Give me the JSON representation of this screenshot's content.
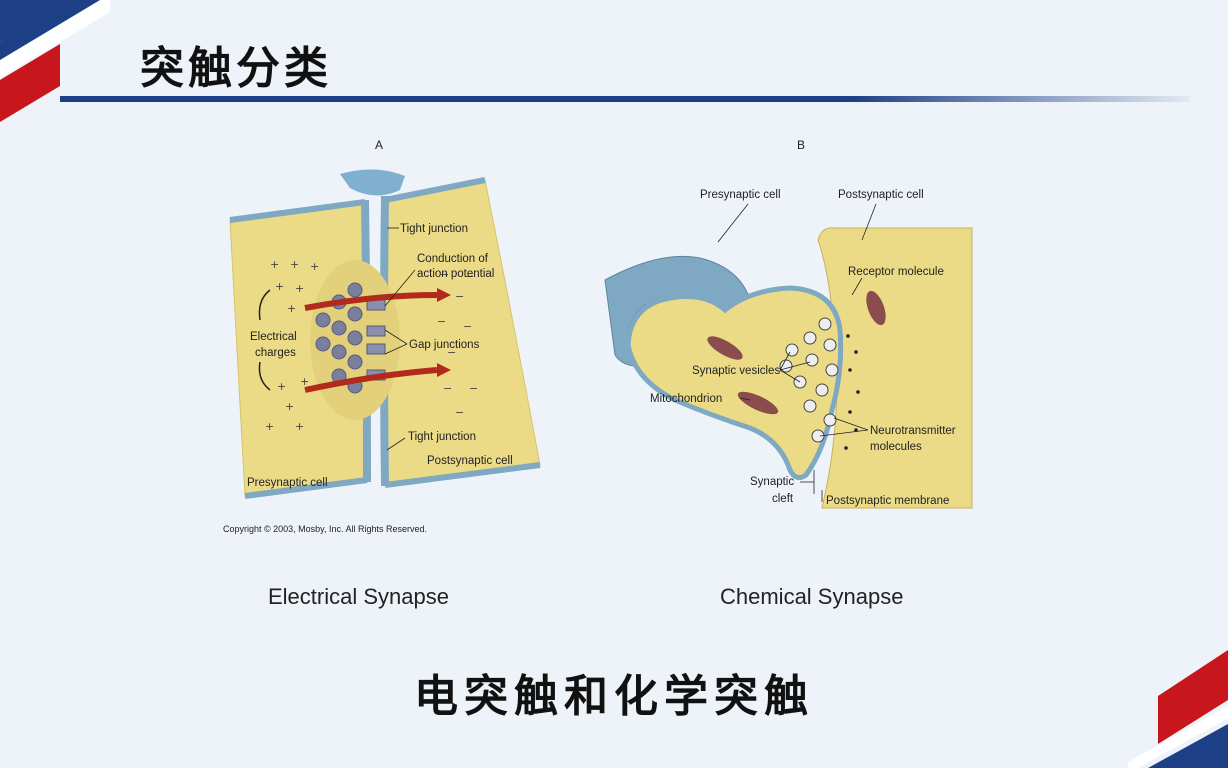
{
  "slide": {
    "title": "突触分类",
    "subtitle": "电突触和化学突触"
  },
  "figure_a": {
    "panel_label": "A",
    "labels": {
      "tight_junction_top": "Tight junction",
      "conduction_1": "Conduction of",
      "conduction_2": "action potential",
      "electrical_1": "Electrical",
      "electrical_2": "charges",
      "gap_junctions": "Gap junctions",
      "tight_junction_bottom": "Tight junction",
      "postsynaptic_cell": "Postsynaptic cell",
      "presynaptic_cell": "Presynaptic cell"
    },
    "copyright": "Copyright © 2003, Mosby, Inc. All Rights Reserved.",
    "caption": "Electrical Synapse"
  },
  "figure_b": {
    "panel_label": "B",
    "labels": {
      "presynaptic_cell": "Presynaptic cell",
      "postsynaptic_cell": "Postsynaptic cell",
      "receptor_molecule": "Receptor molecule",
      "synaptic_vesicles": "Synaptic vesicles",
      "mitochondrion": "Mitochondrion",
      "neurotransmitter_1": "Neurotransmitter",
      "neurotransmitter_2": "molecules",
      "synaptic_cleft_1": "Synaptic",
      "synaptic_cleft_2": "cleft",
      "postsynaptic_membrane": "Postsynaptic membrane"
    },
    "caption": "Chemical Synapse"
  },
  "colors": {
    "accent_red": "#c8161d",
    "accent_blue": "#1d3f86",
    "cell_yellow": "#ecdb86",
    "membrane_blue": "#7fa8c2"
  }
}
